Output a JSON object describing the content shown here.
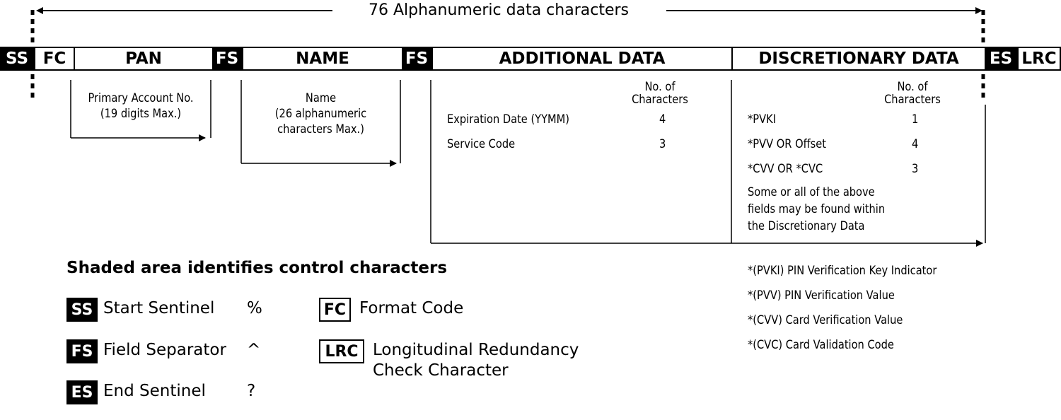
{
  "title": "76 Alphanumeric data characters",
  "record": {
    "ss": "SS",
    "fc": "FC",
    "pan": "PAN",
    "fs1": "FS",
    "name": "NAME",
    "fs2": "FS",
    "additional": "ADDITIONAL DATA",
    "discretionary": "DISCRETIONARY DATA",
    "es": "ES",
    "lrc": "LRC"
  },
  "pan_note": [
    "Primary Account No.",
    "(19 digits Max.)"
  ],
  "name_note": [
    "Name",
    "(26 alphanumeric",
    "characters Max.)"
  ],
  "additional_data": {
    "header": [
      "No. of",
      "Characters"
    ],
    "rows": [
      {
        "label": "Expiration Date (YYMM)",
        "count": "4"
      },
      {
        "label": "Service Code",
        "count": "3"
      }
    ]
  },
  "discretionary_data": {
    "header": [
      "No. of",
      "Characters"
    ],
    "rows": [
      {
        "label": "*PVKI",
        "count": "1"
      },
      {
        "label": "*PVV OR Offset",
        "count": "4"
      },
      {
        "label": "*CVV OR *CVC",
        "count": "3"
      }
    ],
    "note": [
      "Some or all of the above",
      "fields may be found within",
      "the Discretionary Data"
    ]
  },
  "legend": {
    "title": "Shaded area identifies control characters",
    "items": [
      {
        "badge": "SS",
        "label": "Start Sentinel",
        "symbol": "%"
      },
      {
        "badge": "FS",
        "label": "Field Separator",
        "symbol": "^"
      },
      {
        "badge": "ES",
        "label": "End Sentinel",
        "symbol": "?"
      },
      {
        "badge": "FC",
        "label": "Format Code"
      },
      {
        "badge": "LRC",
        "label_line1": "Longitudinal Redundancy",
        "label_line2": "Check Character"
      }
    ]
  },
  "footnotes": [
    "*(PVKI) PIN Verification Key Indicator",
    "*(PVV) PIN Verification Value",
    "*(CVV) Card Verification Value",
    "*(CVC) Card Validation Code"
  ]
}
